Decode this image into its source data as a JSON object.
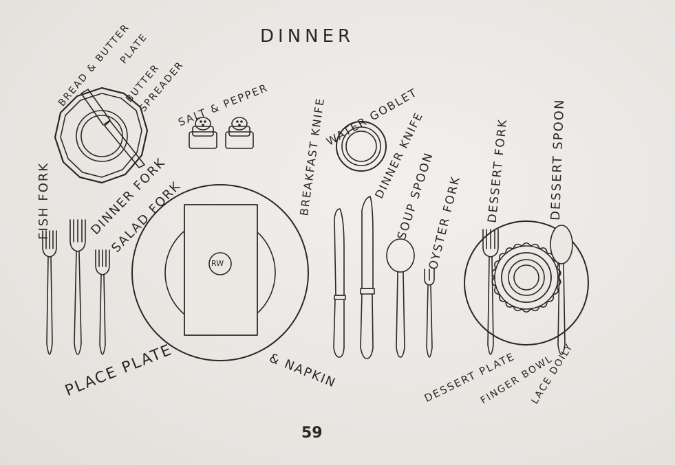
{
  "title": "DINNER",
  "page_number": "59",
  "monogram": "RW",
  "labels": {
    "fish_fork": "FISH FORK",
    "bread_butter_plate_1": "BREAD & BUTTER",
    "bread_butter_plate_2": "PLATE",
    "butter_spreader_1": "BUTTER",
    "butter_spreader_2": "SPREADER",
    "salt_pepper": "SALT & PEPPER",
    "dinner_fork": "DINNER FORK",
    "salad_fork": "SALAD FORK",
    "breakfast_knife": "BREAKFAST KNIFE",
    "water_goblet": "WATER GOBLET",
    "dinner_knife": "DINNER KNIFE",
    "soup_spoon": "SOUP SPOON",
    "oyster_fork": "OYSTER FORK",
    "dessert_fork": "DESSERT FORK",
    "dessert_spoon": "DESSERT SPOON",
    "place_plate": "PLACE PLATE",
    "napkin": "& NAPKIN",
    "dessert_plate": "DESSERT PLATE",
    "finger_bowl": "FINGER BOWL",
    "lace_doily": "LACE DOILY"
  },
  "colors": {
    "ink": "#2b2724",
    "paper": "#ebe8e3"
  }
}
